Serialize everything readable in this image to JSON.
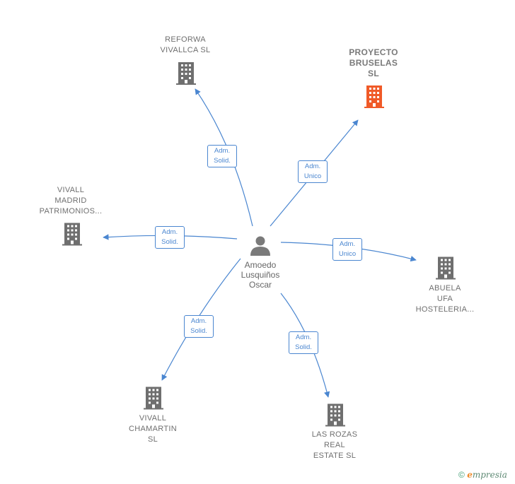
{
  "person": {
    "name": "Amoedo\nLusquiños\nOscar"
  },
  "companies": {
    "reforwa": "REFORWA\nVIVALLCA  SL",
    "proyecto": "PROYECTO\nBRUSELAS\nSL",
    "vivall_madrid": "VIVALL\nMADRID\nPATRIMONIOS...",
    "abuela": "ABUELA\nUFA\nHOSTELERIA...",
    "chamartin": "VIVALL\nCHAMARTIN\nSL",
    "rozas": "LAS ROZAS\nREAL\nESTATE  SL"
  },
  "roles": {
    "reforwa": [
      "Adm.",
      "Solid."
    ],
    "proyecto": [
      "Adm.",
      "Unico"
    ],
    "vivall_madrid": [
      "Adm.",
      "Solid."
    ],
    "abuela": [
      "Adm.",
      "Unico"
    ],
    "chamartin": [
      "Adm.",
      "Solid."
    ],
    "rozas": [
      "Adm.",
      "Solid."
    ]
  },
  "footer": {
    "copyright": "©",
    "brand_first": "e",
    "brand_rest": "mpresia"
  },
  "colors": {
    "edge": "#4a86d0",
    "building": "#6f6f6f",
    "highlight": "#f05a28",
    "person": "#7a7a7a"
  }
}
